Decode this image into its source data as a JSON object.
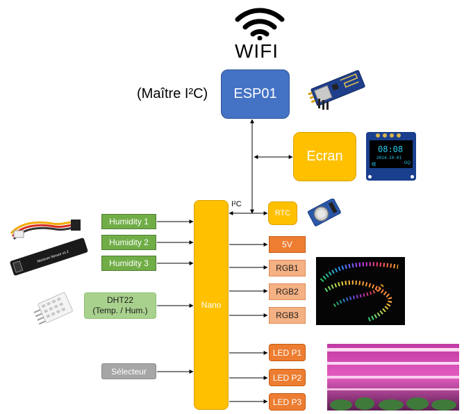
{
  "wifi": {
    "label": "WIFI"
  },
  "esp01": {
    "label": "ESP01",
    "role": "(Maître I²C)"
  },
  "screen": {
    "label": "Ecran",
    "oled_time": "08:08",
    "oled_date": "2014-10-01",
    "oled_left": "晴",
    "oled_right": "OQ"
  },
  "nano": {
    "label": "Nano"
  },
  "bus": {
    "label": "I²C"
  },
  "rtc": {
    "label": "RTC"
  },
  "inputs": {
    "humidity1": "Humidity 1",
    "humidity2": "Humidity 2",
    "humidity3": "Humidity 3",
    "dht22_line1": "DHT22",
    "dht22_line2": "(Temp. / Hum.)",
    "selector": "Sélecteur"
  },
  "outputs": {
    "v5": "5V",
    "rgb1": "RGB1",
    "rgb2": "RGB2",
    "rgb3": "RGB3",
    "ledp1": "LED P1",
    "ledp2": "LED P2",
    "ledp3": "LED P3"
  },
  "sensor_photo": {
    "text": "Moisture Sensor v1.2"
  },
  "colors": {
    "green": "#70ad47",
    "light_green": "#a9d18e",
    "gray": "#a6a6a6",
    "orange": "#ed7d31",
    "salmon": "#f4b183",
    "yellow": "#ffc000",
    "blue": "#4472c4"
  },
  "icons": [
    "wifi-icon",
    "esp01-module-icon",
    "oled-display-icon",
    "rtc-module-icon",
    "moisture-sensor-icon",
    "dht22-sensor-icon",
    "rgb-led-strip-photo",
    "grow-light-photo"
  ]
}
